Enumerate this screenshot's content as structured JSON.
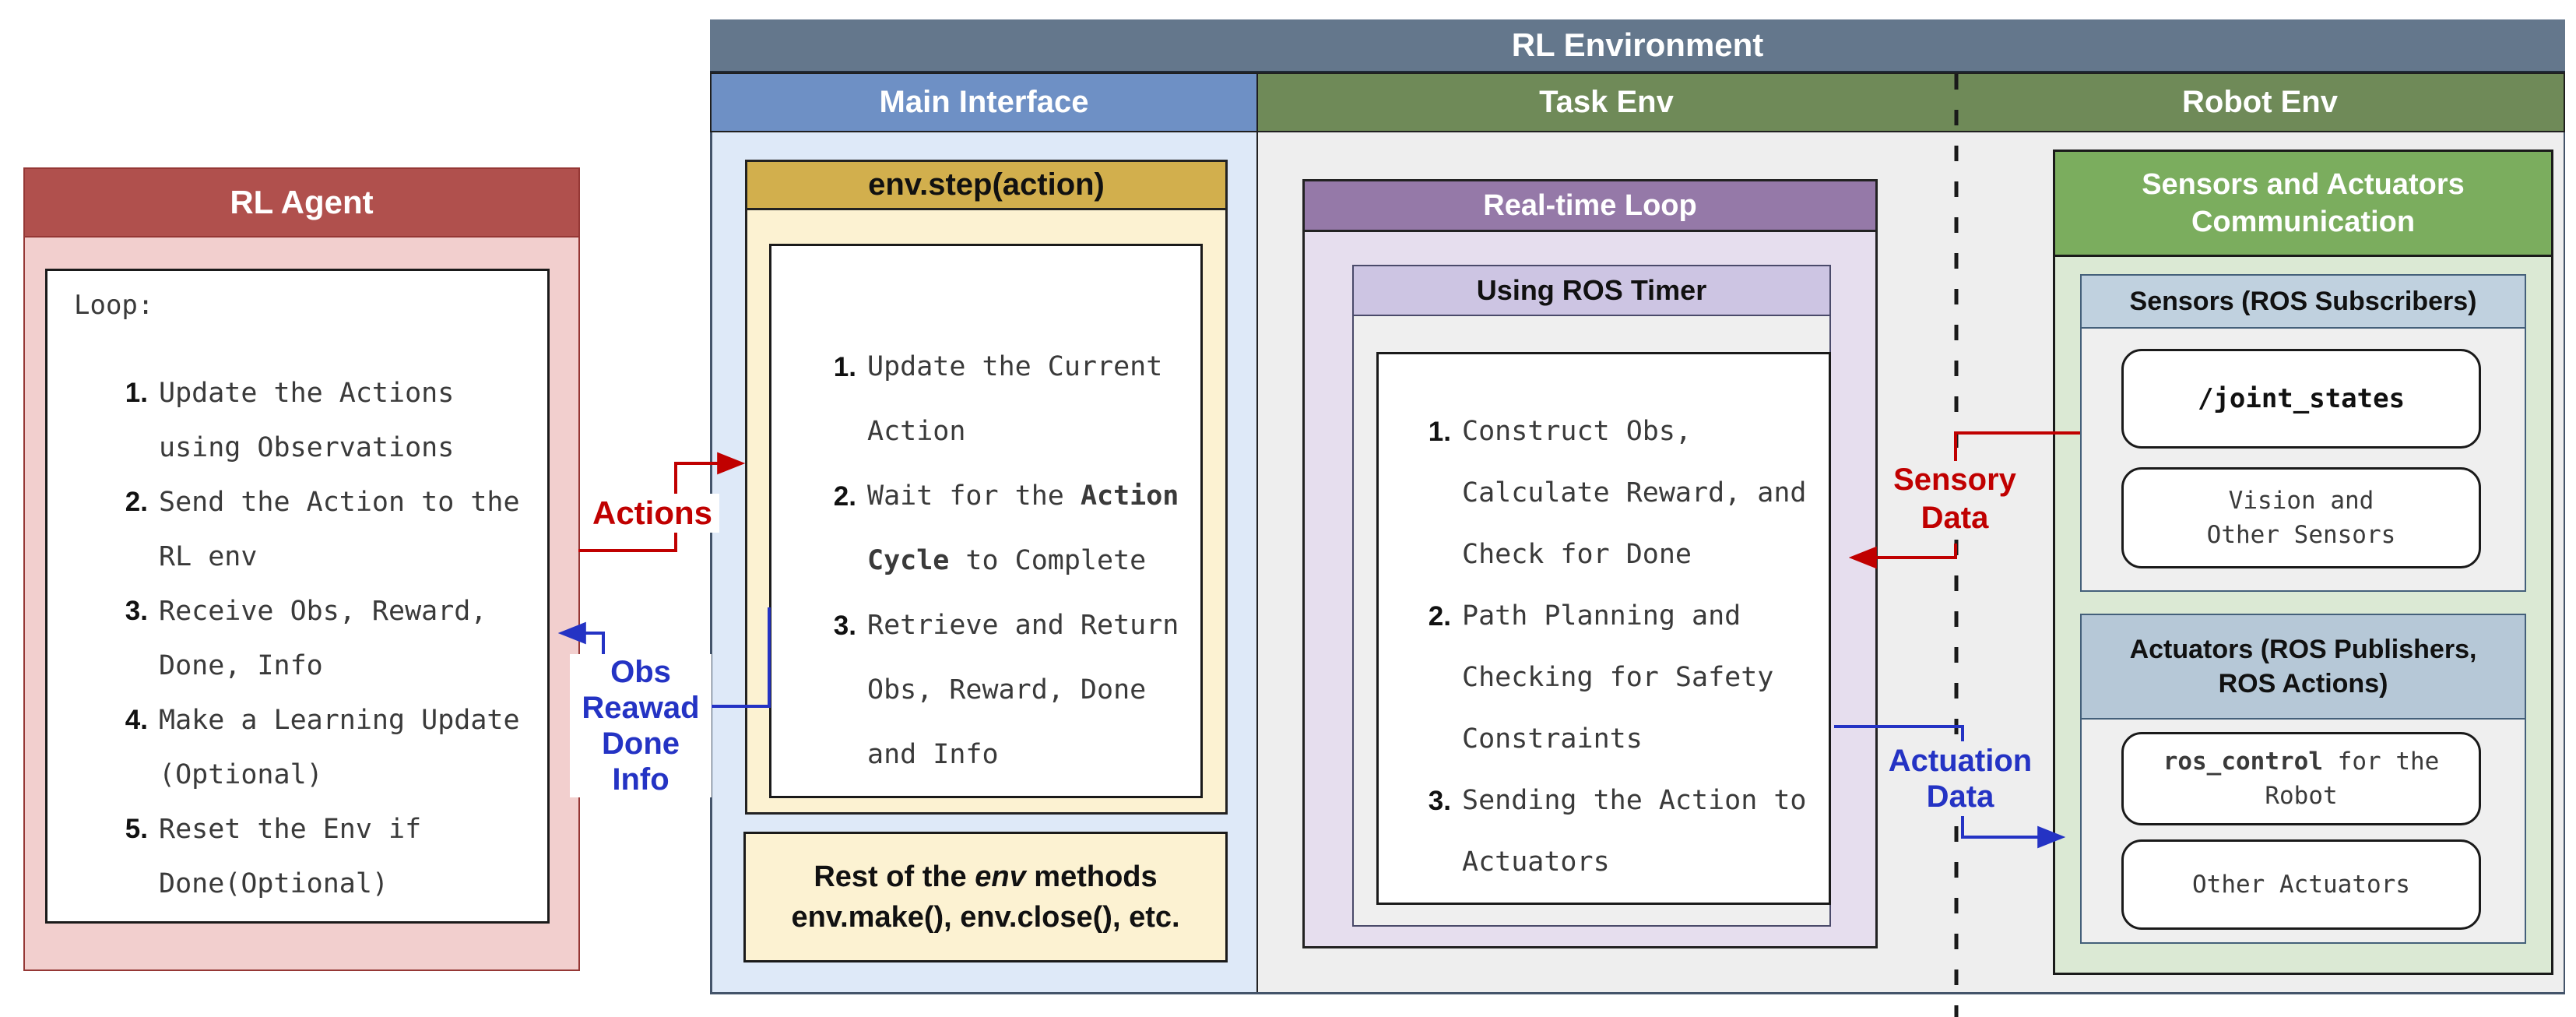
{
  "colors": {
    "actions_red": "#C00000",
    "obs_blue": "#2433C4",
    "agent_header": "#B0504D",
    "env_header": "#64778C",
    "main_interface_header": "#6E90C5",
    "column_green": "#6F8A58",
    "env_step_gold": "#D2AF4D",
    "realtime_purple": "#9579A8",
    "comm_green": "#7BAD5E"
  },
  "rl_agent": {
    "title": "RL Agent",
    "loop_label": "Loop:",
    "steps": [
      {
        "num": "1.",
        "lines": [
          "Update the Actions",
          "using Observations"
        ]
      },
      {
        "num": "2.",
        "lines": [
          "Send the Action to the",
          "RL env"
        ]
      },
      {
        "num": "3.",
        "lines": [
          "Receive Obs, Reward,",
          "Done, Info"
        ]
      },
      {
        "num": "4.",
        "lines": [
          "Make a Learning Update",
          "(Optional)"
        ]
      },
      {
        "num": "5.",
        "lines": [
          "Reset the Env if",
          "Done(Optional)"
        ]
      }
    ]
  },
  "rl_environment": {
    "title": "RL Environment",
    "columns": {
      "main_interface": "Main Interface",
      "task_env": "Task Env",
      "robot_env": "Robot Env"
    },
    "main_interface": {
      "env_step_title": "env.step(action)",
      "env_step_steps": [
        {
          "num": "1.",
          "lines": [
            "Update the Current",
            "Action"
          ]
        },
        {
          "num": "2.",
          "lines": [
            "Wait for the **Action**",
            "**Cycle** to Complete"
          ]
        },
        {
          "num": "3.",
          "lines": [
            "Retrieve and Return",
            "Obs, Reward, Done",
            "and Info"
          ]
        }
      ],
      "rest_methods": [
        "Rest of the *env* methods",
        "env.make(), env.close(), etc."
      ]
    },
    "task_env": {
      "realtime_loop_title": "Real-time Loop",
      "ros_timer_title": "Using ROS Timer",
      "steps": [
        {
          "num": "1.",
          "lines": [
            "Construct Obs,",
            "Calculate Reward, and",
            "Check for Done"
          ]
        },
        {
          "num": "2.",
          "lines": [
            "Path Planning and",
            "Checking for Safety",
            "Constraints"
          ]
        },
        {
          "num": "3.",
          "lines": [
            "Sending the Action to",
            "Actuators"
          ]
        }
      ]
    },
    "robot_env": {
      "comm_title": [
        "Sensors and Actuators",
        "Communication"
      ],
      "sensors": {
        "title": "Sensors (ROS Subscribers)",
        "joint_states": [
          "**/joint_states**"
        ],
        "vision": [
          "Vision and",
          "Other Sensors"
        ]
      },
      "actuators": {
        "title": [
          "Actuators (ROS Publishers,",
          "ROS Actions)"
        ],
        "ros_control": [
          "**ros_control** for the",
          "Robot"
        ],
        "other": [
          "Other Actuators"
        ]
      }
    }
  },
  "flow_labels": {
    "actions": [
      "Actions"
    ],
    "obs": [
      "Obs",
      "Reawad",
      "Done",
      "Info"
    ],
    "sensory": [
      "Sensory",
      "Data"
    ],
    "actuation": [
      "Actuation",
      "Data"
    ]
  }
}
